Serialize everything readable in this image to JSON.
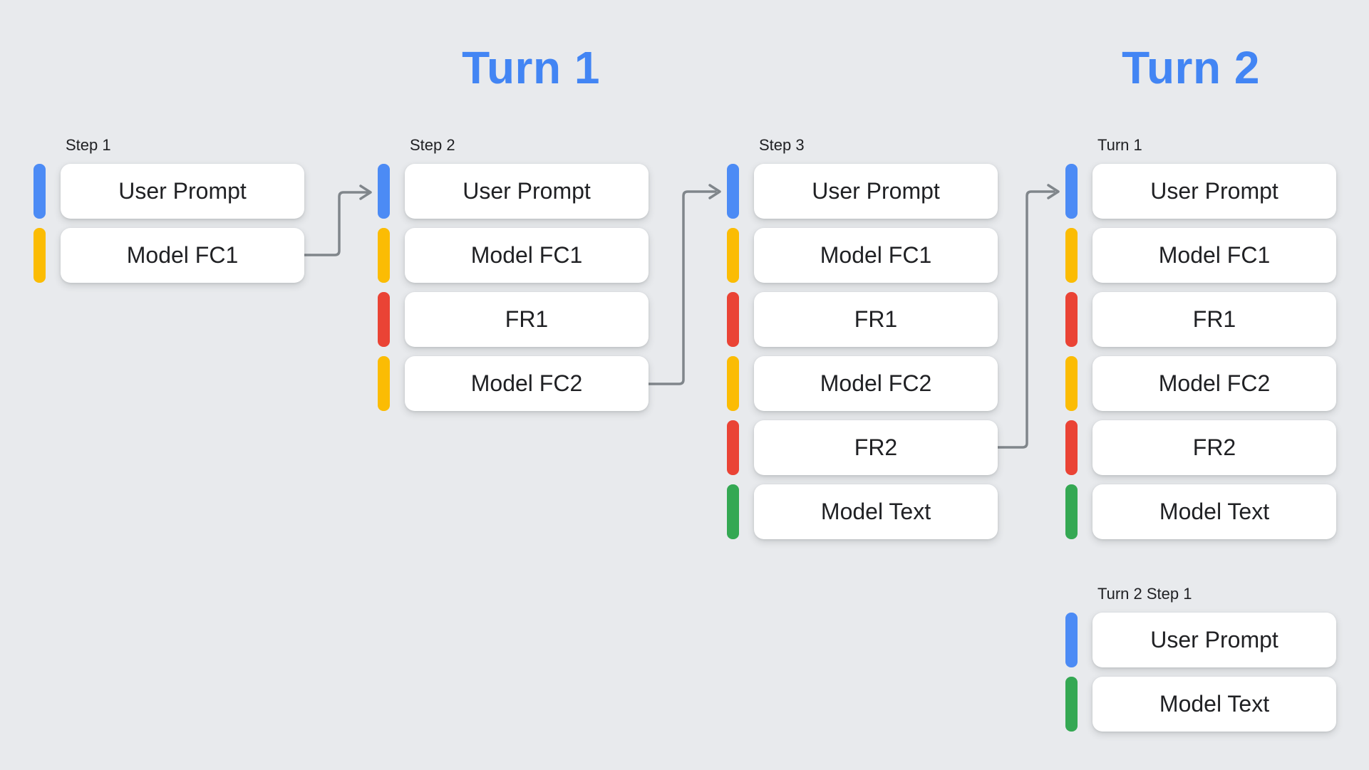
{
  "colors": {
    "background": "#e8eaed",
    "title_blue": "#4285f4",
    "arrow": "#80868b",
    "card_background": "#ffffff",
    "text": "#202124",
    "user_prompt_bar": "#4c8bf5",
    "model_function_call_bar": "#fbbc04",
    "function_response_bar": "#ea4335",
    "model_text_bar": "#34a853"
  },
  "titles": {
    "turn1": "Turn 1",
    "turn2": "Turn 2"
  },
  "columns": [
    {
      "label": "Step 1",
      "items": [
        {
          "text": "User Prompt",
          "color": "#4c8bf5"
        },
        {
          "text": "Model FC1",
          "color": "#fbbc04"
        }
      ]
    },
    {
      "label": "Step 2",
      "items": [
        {
          "text": "User Prompt",
          "color": "#4c8bf5"
        },
        {
          "text": "Model FC1",
          "color": "#fbbc04"
        },
        {
          "text": "FR1",
          "color": "#ea4335"
        },
        {
          "text": "Model FC2",
          "color": "#fbbc04"
        }
      ]
    },
    {
      "label": "Step 3",
      "items": [
        {
          "text": "User Prompt",
          "color": "#4c8bf5"
        },
        {
          "text": "Model FC1",
          "color": "#fbbc04"
        },
        {
          "text": "FR1",
          "color": "#ea4335"
        },
        {
          "text": "Model FC2",
          "color": "#fbbc04"
        },
        {
          "text": "FR2",
          "color": "#ea4335"
        },
        {
          "text": "Model Text",
          "color": "#34a853"
        }
      ]
    },
    {
      "label": "Turn 1",
      "items": [
        {
          "text": "User Prompt",
          "color": "#4c8bf5"
        },
        {
          "text": "Model FC1",
          "color": "#fbbc04"
        },
        {
          "text": "FR1",
          "color": "#ea4335"
        },
        {
          "text": "Model FC2",
          "color": "#fbbc04"
        },
        {
          "text": "FR2",
          "color": "#ea4335"
        },
        {
          "text": "Model Text",
          "color": "#34a853"
        }
      ]
    },
    {
      "label": "Turn 2 Step 1",
      "items": [
        {
          "text": "User Prompt",
          "color": "#4c8bf5"
        },
        {
          "text": "Model Text",
          "color": "#34a853"
        }
      ]
    }
  ]
}
